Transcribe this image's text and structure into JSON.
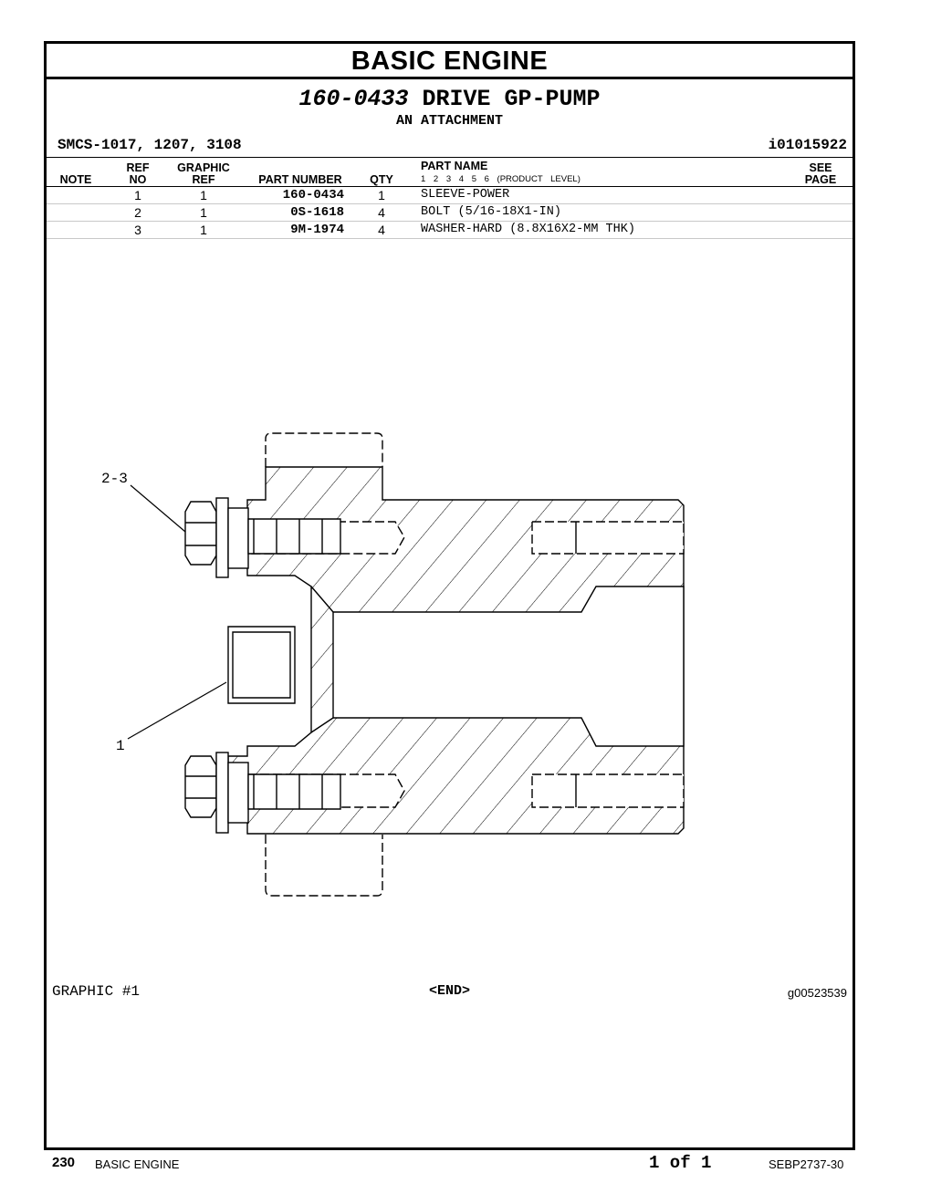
{
  "section_title": "BASIC ENGINE",
  "group": {
    "part_number": "160-0433",
    "name": "DRIVE GP-PUMP",
    "subtitle": "AN ATTACHMENT"
  },
  "smcs": "SMCS-1017, 1207, 3108",
  "illustration_id": "i01015922",
  "table": {
    "headers": {
      "note": "NOTE",
      "ref_no_1": "REF",
      "ref_no_2": "NO",
      "graphic_ref_1": "GRAPHIC",
      "graphic_ref_2": "REF",
      "part_number": "PART NUMBER",
      "qty": "QTY",
      "part_name": "PART NAME",
      "product_levels": "1 2 3 4 5 6 (PRODUCT LEVEL)",
      "see_page_1": "SEE",
      "see_page_2": "PAGE"
    },
    "rows": [
      {
        "ref_no": "1",
        "graphic_ref": "1",
        "part_number": "160-0434",
        "qty": "1",
        "part_name": "SLEEVE-POWER"
      },
      {
        "ref_no": "2",
        "graphic_ref": "1",
        "part_number": "0S-1618",
        "qty": "4",
        "part_name": "BOLT (5/16-18X1-IN)"
      },
      {
        "ref_no": "3",
        "graphic_ref": "1",
        "part_number": "9M-1974",
        "qty": "4",
        "part_name": "WASHER-HARD (8.8X16X2-MM THK)"
      }
    ]
  },
  "drawing": {
    "callout_bolt": "2-3",
    "callout_sleeve": "1"
  },
  "graphic_label": "GRAPHIC #1",
  "end_label": "<END>",
  "graphic_id": "g00523539",
  "footer": {
    "page_number": "230",
    "section": "BASIC ENGINE",
    "page_of": "1 of 1",
    "doc_number": "SEBP2737-30"
  }
}
